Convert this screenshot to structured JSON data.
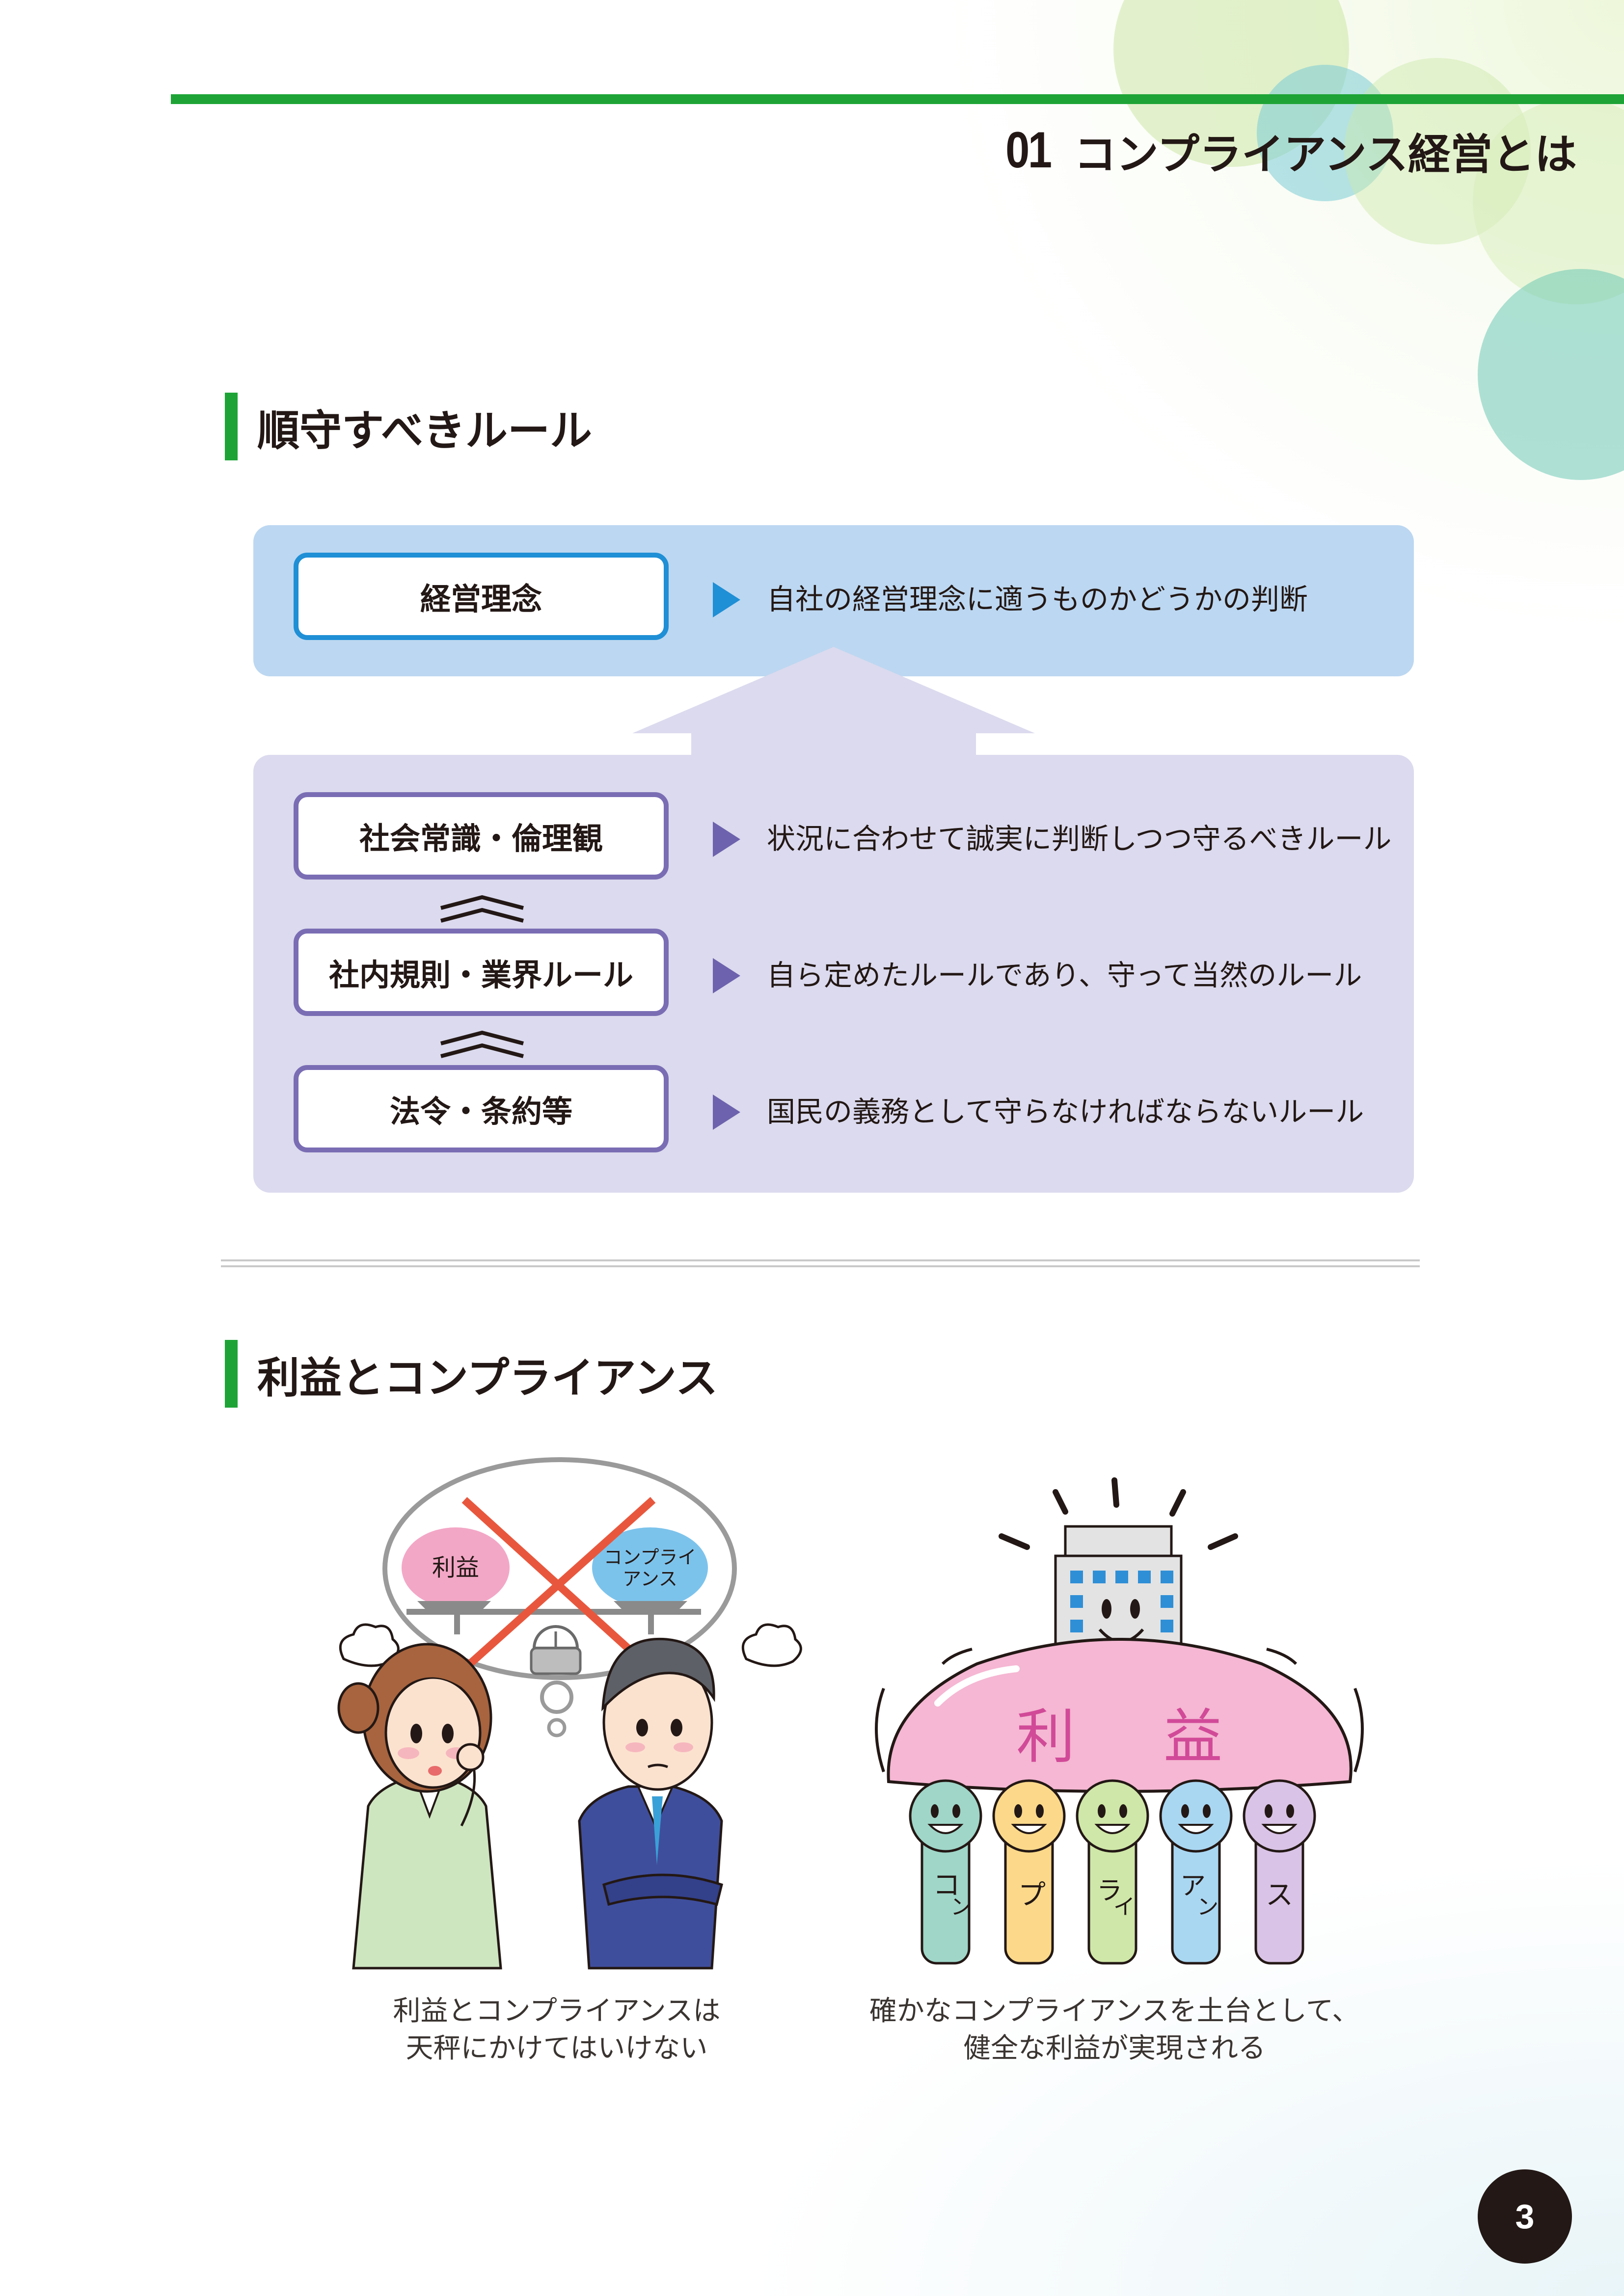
{
  "header": {
    "chapter_number": "01",
    "chapter_title": "コンプライアンス経営とは"
  },
  "sections": {
    "rules_heading": "順守すべきルール",
    "profit_heading": "利益とコンプライアンス"
  },
  "rules_diagram": {
    "philosophy": {
      "label": "経営理念",
      "description": "自社の経営理念に適うものかどうかの判断"
    },
    "rules": [
      {
        "label": "社会常識・倫理観",
        "description": "状況に合わせて誠実に判断しつつ守るべきルール"
      },
      {
        "label": "社内規則・業界ルール",
        "description": "自ら定めたルールであり、守って当然のルール"
      },
      {
        "label": "法令・条約等",
        "description": "国民の義務として守らなければならないルール"
      }
    ]
  },
  "illustrations": {
    "scale": {
      "pan_left": "利益",
      "pan_right_line1": "コンプライ",
      "pan_right_line2": "アンス",
      "caption_line1": "利益とコンプライアンスは",
      "caption_line2": "天秤にかけてはいけない"
    },
    "foundation": {
      "cushion_char1": "利",
      "cushion_char2": "益",
      "figures": [
        "コ",
        "ン",
        "プ",
        "ラ",
        "イ",
        "ア",
        "ン",
        "ス"
      ],
      "caption_line1": "確かなコンプライアンスを土台として、",
      "caption_line2": "健全な利益が実現される"
    }
  },
  "page_number": "3",
  "colors": {
    "accent_green": "#1ea436",
    "philosophy_border": "#1f8fd6",
    "rule_border": "#7a6db4",
    "top_panel": "#bcd7f1",
    "bottom_panel": "#dbdaee",
    "cross_red": "#e8573d"
  }
}
